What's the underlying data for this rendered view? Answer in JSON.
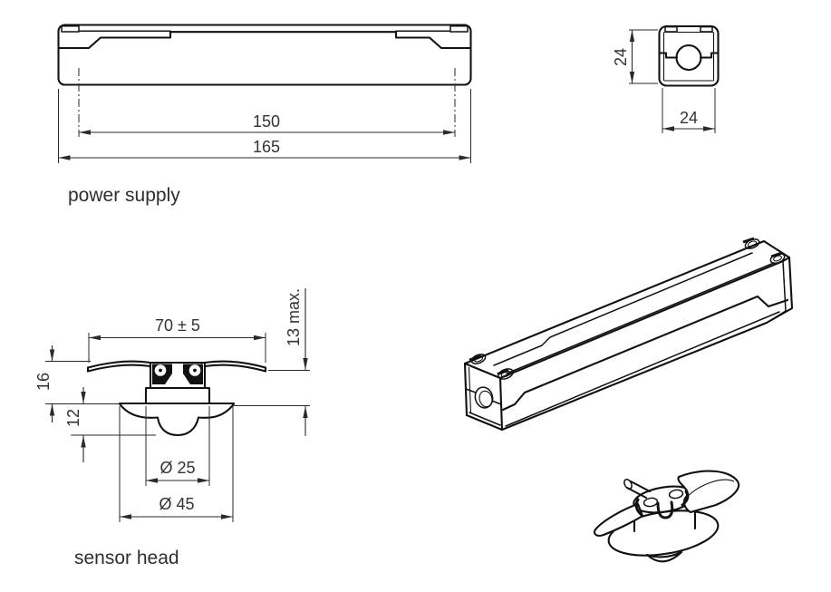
{
  "drawing": {
    "background": "#ffffff",
    "line_color": "#111111",
    "text_color": "#333333"
  },
  "power_supply": {
    "label": "power supply",
    "side_view": {
      "dim_mount": "150",
      "dim_overall": "165"
    },
    "end_view": {
      "dim_height": "24",
      "dim_width": "24"
    }
  },
  "sensor_head": {
    "label": "sensor head",
    "dims": {
      "span": "70 ± 5",
      "grip": "13 max.",
      "depth": "16",
      "protrusion": "12",
      "cutout": "Ø 25",
      "flange": "Ø 45"
    }
  }
}
